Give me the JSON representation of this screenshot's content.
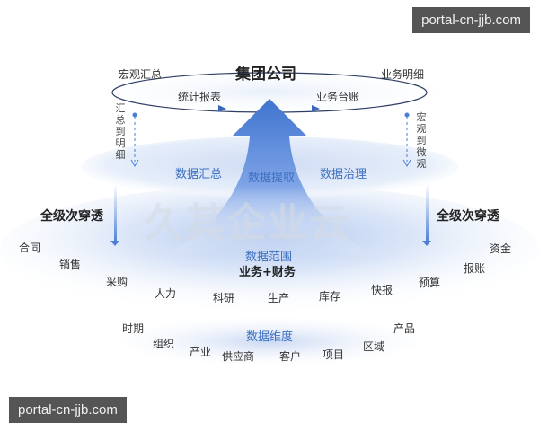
{
  "watermark": {
    "top": "portal-cn-jjb.com",
    "bottom": "portal-cn-jjb.com"
  },
  "background_logo": "久其企业云",
  "top": {
    "title": "集团公司",
    "left_label": "宏观汇总",
    "right_label": "业务明细",
    "stat_report": "统计报表",
    "business_ledger": "业务台账",
    "left_vertical": "汇总到明细",
    "right_vertical": "宏观到微观"
  },
  "middle": {
    "items": [
      "数据汇总",
      "数据提取",
      "数据治理"
    ]
  },
  "drill": {
    "left": "全级次穿透",
    "right": "全级次穿透"
  },
  "scope": {
    "title": "数据范围",
    "subtitle": "业务+财务",
    "items": [
      "合同",
      "销售",
      "采购",
      "人力",
      "科研",
      "生产",
      "库存",
      "快报",
      "预算",
      "报账",
      "资金"
    ]
  },
  "dimension": {
    "title": "数据维度",
    "items": [
      "时期",
      "组织",
      "产业",
      "供应商",
      "客户",
      "项目",
      "区域",
      "产品"
    ]
  },
  "colors": {
    "accent": "#3d6fc0",
    "arrow_top": "#4a7fd6",
    "layer": "#dfe9f7"
  },
  "icons": [
    "upward-arrow-icon",
    "right-arrow-icon",
    "down-arrow-icon"
  ]
}
